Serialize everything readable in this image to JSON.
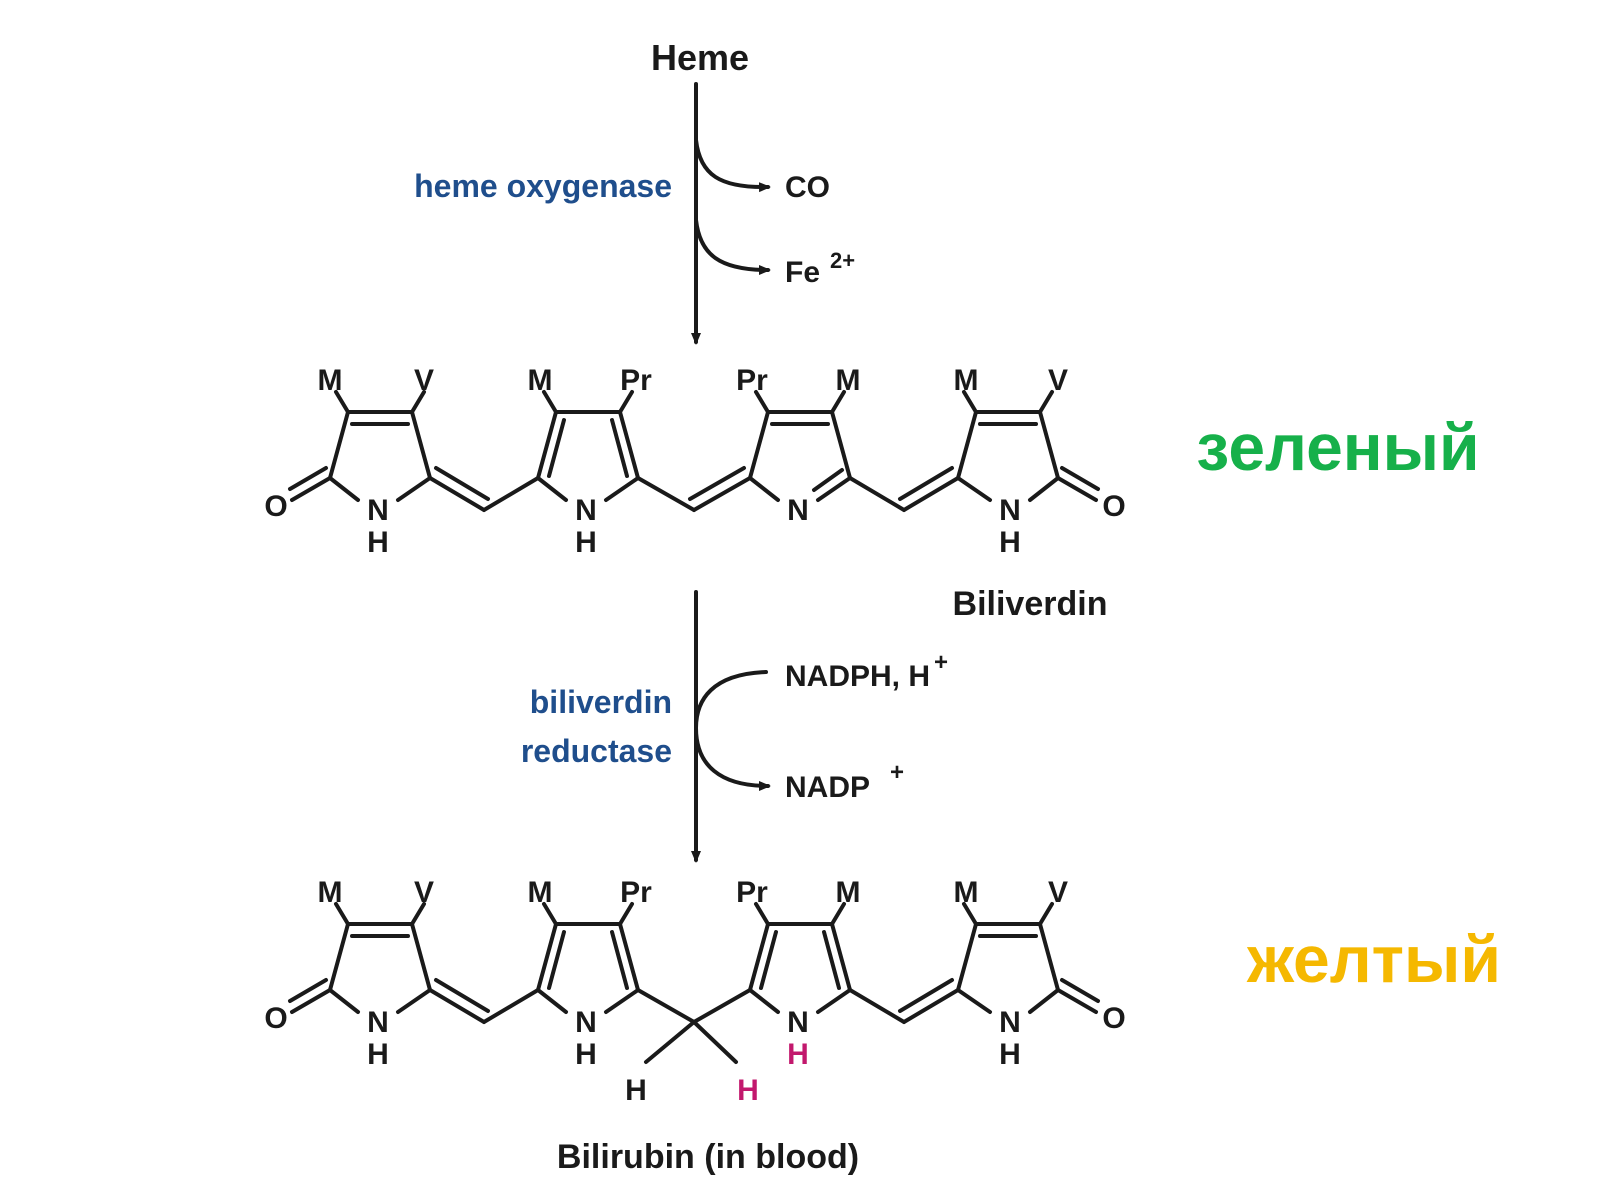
{
  "heme": "Heme",
  "enzyme1": "heme oxygenase",
  "product_co": "CO",
  "product_fe": "Fe",
  "product_fe_charge": "2+",
  "biliverdin_name": "Biliverdin",
  "enzyme2_line1": "biliverdin",
  "enzyme2_line2": "reductase",
  "cofactor_in": "NADPH, H",
  "cofactor_in_charge": "+",
  "cofactor_out": "NADP",
  "cofactor_out_charge": "+",
  "bilirubin_name": "Bilirubin (in blood)",
  "biliverdin_color_label": "зеленый",
  "bilirubin_color_label": "желтый",
  "colors": {
    "enzyme": "#1f4e8c",
    "green_label": "#16b04a",
    "yellow_label": "#f5b800",
    "highlight_h": "#c2186d"
  },
  "substituents": {
    "ring1": [
      "M",
      "V"
    ],
    "ring2": [
      "M",
      "Pr"
    ],
    "ring3": [
      "Pr",
      "M"
    ],
    "ring4": [
      "M",
      "V"
    ]
  },
  "atoms": {
    "O": "O",
    "N": "N",
    "H": "H"
  }
}
